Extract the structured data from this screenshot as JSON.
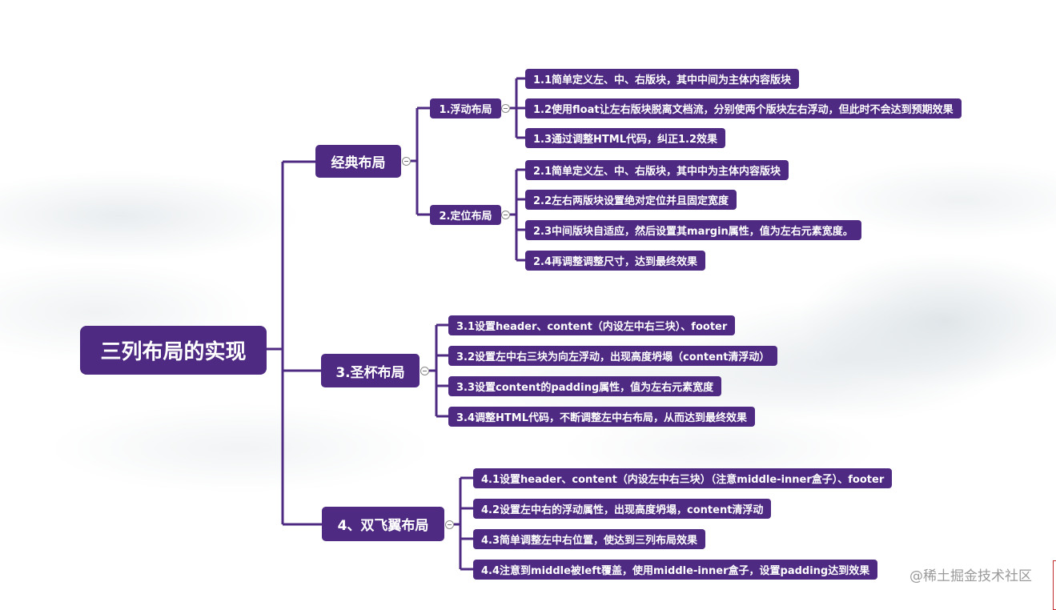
{
  "colors": {
    "node_bg": "#4e2a82",
    "node_text": "#ffffff",
    "connector": "#4e2a82",
    "watermark": "#9a9a9a"
  },
  "mindmap": {
    "root": "三列布局的实现",
    "branches": [
      {
        "label": "经典布局",
        "children": [
          {
            "label": "1.浮动布局",
            "items": [
              "1.1简单定义左、中、右版块，其中中间为主体内容版块",
              "1.2使用float让左右版块脱离文档流，分别使两个版块左右浮动，但此时不会达到预期效果",
              "1.3通过调整HTML代码，纠正1.2效果"
            ]
          },
          {
            "label": "2.定位布局",
            "items": [
              "2.1简单定义左、中、右版块，其中中为主体内容版块",
              "2.2左右两版块设置绝对定位并且固定宽度",
              "2.3中间版块自适应，然后设置其margin属性，值为左右元素宽度。",
              "2.4再调整调整尺寸，达到最终效果"
            ]
          }
        ]
      },
      {
        "label": "3.圣杯布局",
        "items": [
          "3.1设置header、content（内设左中右三块）、footer",
          "3.2设置左中右三块为向左浮动，出现高度坍塌（content清浮动）",
          "3.3设置content的padding属性，值为左右元素宽度",
          "3.4调整HTML代码，不断调整左中右布局，从而达到最终效果"
        ]
      },
      {
        "label": "4、双飞翼布局",
        "items": [
          "4.1设置header、content（内设左中右三块）（注意middle-inner盒子）、footer",
          "4.2设置左中右的浮动属性，出现高度坍塌，content清浮动",
          "4.3简单调整左中右位置，使达到三列布局效果",
          "4.4注意到middle被left覆盖，使用middle-inner盒子，设置padding达到效果"
        ]
      }
    ]
  },
  "watermark": "@稀土掘金技术社区"
}
